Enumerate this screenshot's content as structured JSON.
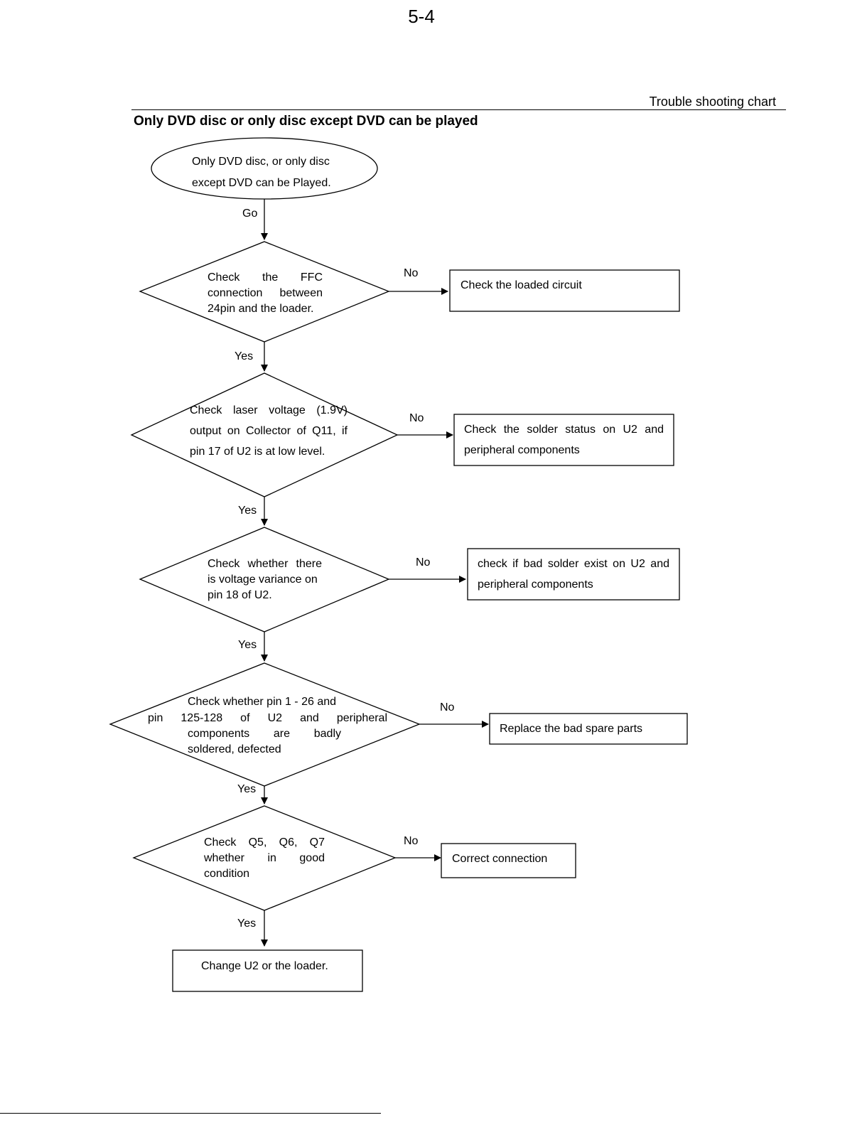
{
  "page": {
    "number": "5-4",
    "section": "Trouble shooting chart",
    "title": "Only DVD disc or only disc except DVD can be played"
  },
  "flow": {
    "start": {
      "lines": [
        "Only DVD disc, or only disc",
        "except DVD can be Played."
      ]
    },
    "go_label": "Go",
    "yes_label": "Yes",
    "no_label": "No",
    "decisions": [
      {
        "lines": [
          "Check the FFC",
          "connection between",
          "24pin and the loader."
        ],
        "action": [
          "Check the loaded circuit"
        ]
      },
      {
        "lines": [
          "Check laser voltage (1.9V)",
          "output on Collector of Q11, if",
          "pin 17 of U2 is at low level."
        ],
        "action": [
          "Check the solder status on U2 and",
          "peripheral components"
        ]
      },
      {
        "lines": [
          "Check whether there",
          "is voltage variance on",
          "pin 18 of U2."
        ],
        "action": [
          "check if bad solder exist on U2 and",
          "peripheral components"
        ]
      },
      {
        "lines": [
          "Check whether pin 1 - 26 and",
          "pin 125-128 of U2 and peripheral",
          "components are badly",
          "soldered, defected"
        ],
        "action": [
          "Replace the bad spare parts"
        ]
      },
      {
        "lines": [
          "Check Q5, Q6, Q7",
          "whether in good",
          "condition"
        ],
        "action": [
          "Correct connection"
        ]
      }
    ],
    "end": {
      "text": "Change U2 or the loader."
    }
  }
}
